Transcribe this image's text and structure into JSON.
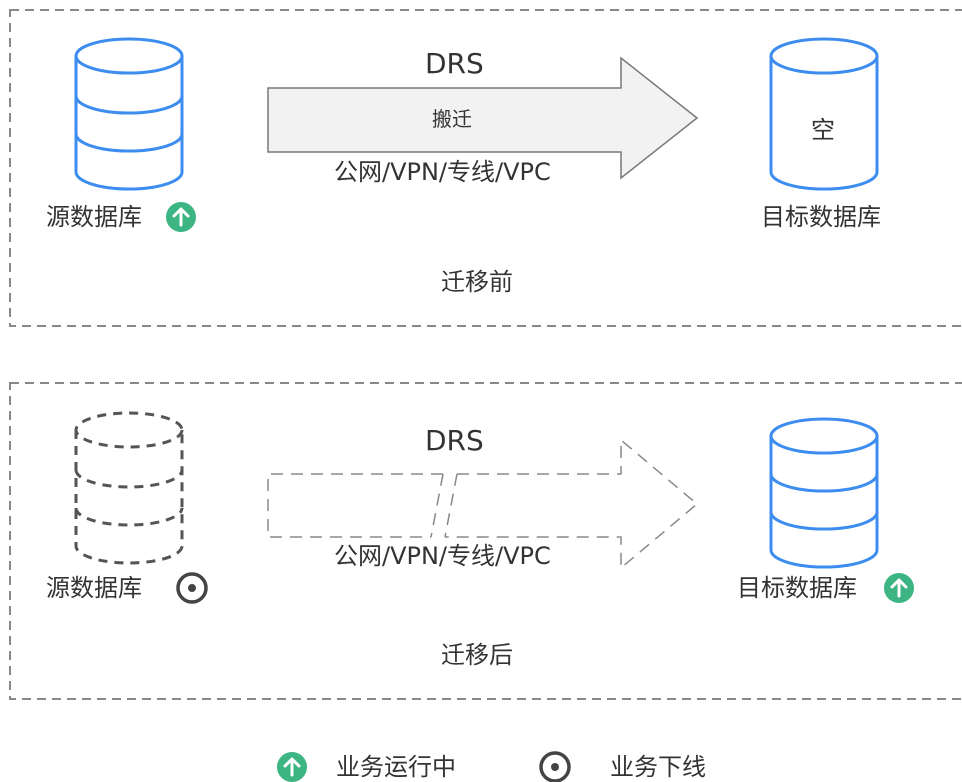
{
  "before": {
    "caption": "迁移前",
    "source": {
      "label": "源数据库",
      "status": "running"
    },
    "target": {
      "label": "目标数据库",
      "content": "空"
    },
    "arrow": {
      "title": "DRS",
      "inner": "搬迁",
      "network": "公网/VPN/专线/VPC"
    }
  },
  "after": {
    "caption": "迁移后",
    "source": {
      "label": "源数据库",
      "status": "offline"
    },
    "target": {
      "label": "目标数据库",
      "status": "running"
    },
    "arrow": {
      "title": "DRS",
      "network": "公网/VPN/专线/VPC"
    }
  },
  "legend": {
    "running": {
      "label": "业务运行中",
      "icon": "up-arrow-circle-icon"
    },
    "offline": {
      "label": "业务下线",
      "icon": "dot-circle-icon"
    }
  },
  "colors": {
    "db_blue": "#3D8DF0",
    "running_green": "#3DB582",
    "offline_gray": "#444444",
    "dashed_border": "#888888",
    "arrow_fill": "#F2F2F2"
  }
}
